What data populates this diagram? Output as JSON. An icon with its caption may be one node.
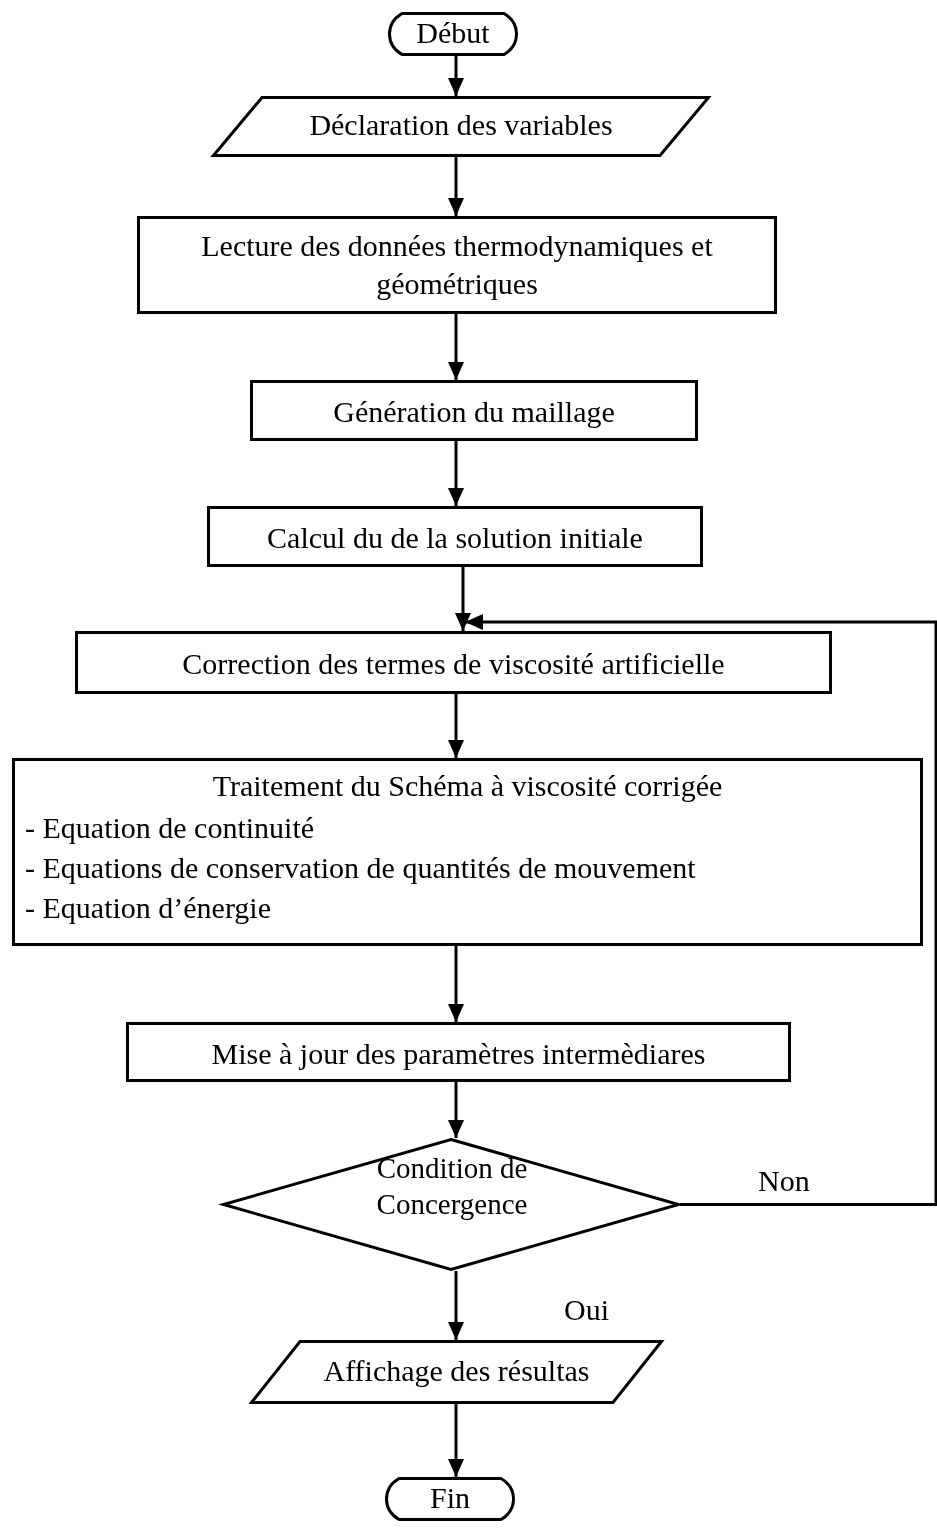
{
  "diagram": {
    "nodes": [
      {
        "text": [
          "Début"
        ]
      },
      {
        "text": [
          "Déclaration des variables"
        ]
      },
      {
        "text": [
          "Lecture des données thermodynamiques et géométriques"
        ]
      },
      {
        "text": [
          "Génération du maillage"
        ]
      },
      {
        "text": [
          "Calcul du de la solution initiale"
        ]
      },
      {
        "text": [
          "Correction des termes de viscosité artificielle"
        ]
      },
      {
        "text": [
          "Traitement du Schéma à viscosité corrigée",
          "- Equation de continuité",
          "- Equations de conservation de quantités de mouvement",
          "- Equation d’énergie"
        ]
      },
      {
        "text": [
          "Mise à jour des paramètres intermèdiares"
        ]
      },
      {
        "text": [
          "Condition de Concergence"
        ]
      },
      {
        "text": [
          "Affichage des résultas"
        ]
      },
      {
        "text": [
          "Fin"
        ]
      }
    ],
    "edges": [
      {
        "from": 0,
        "to": 1,
        "arrow": "to"
      },
      {
        "from": 1,
        "to": 2,
        "arrow": "to"
      },
      {
        "from": 2,
        "to": 3,
        "arrow": "to"
      },
      {
        "from": 3,
        "to": 4,
        "arrow": "to"
      },
      {
        "from": 4,
        "to": 5,
        "arrow": "to"
      },
      {
        "from": 5,
        "to": 6,
        "arrow": "to"
      },
      {
        "from": 6,
        "to": 7,
        "arrow": "to"
      },
      {
        "from": 7,
        "to": 8,
        "arrow": "to"
      },
      {
        "from": 8,
        "to": 9,
        "arrow": "to",
        "label": "Oui"
      },
      {
        "from": 8,
        "to": 5,
        "arrow": "to",
        "label": "Non"
      },
      {
        "from": 9,
        "to": 10,
        "arrow": "to"
      }
    ]
  }
}
